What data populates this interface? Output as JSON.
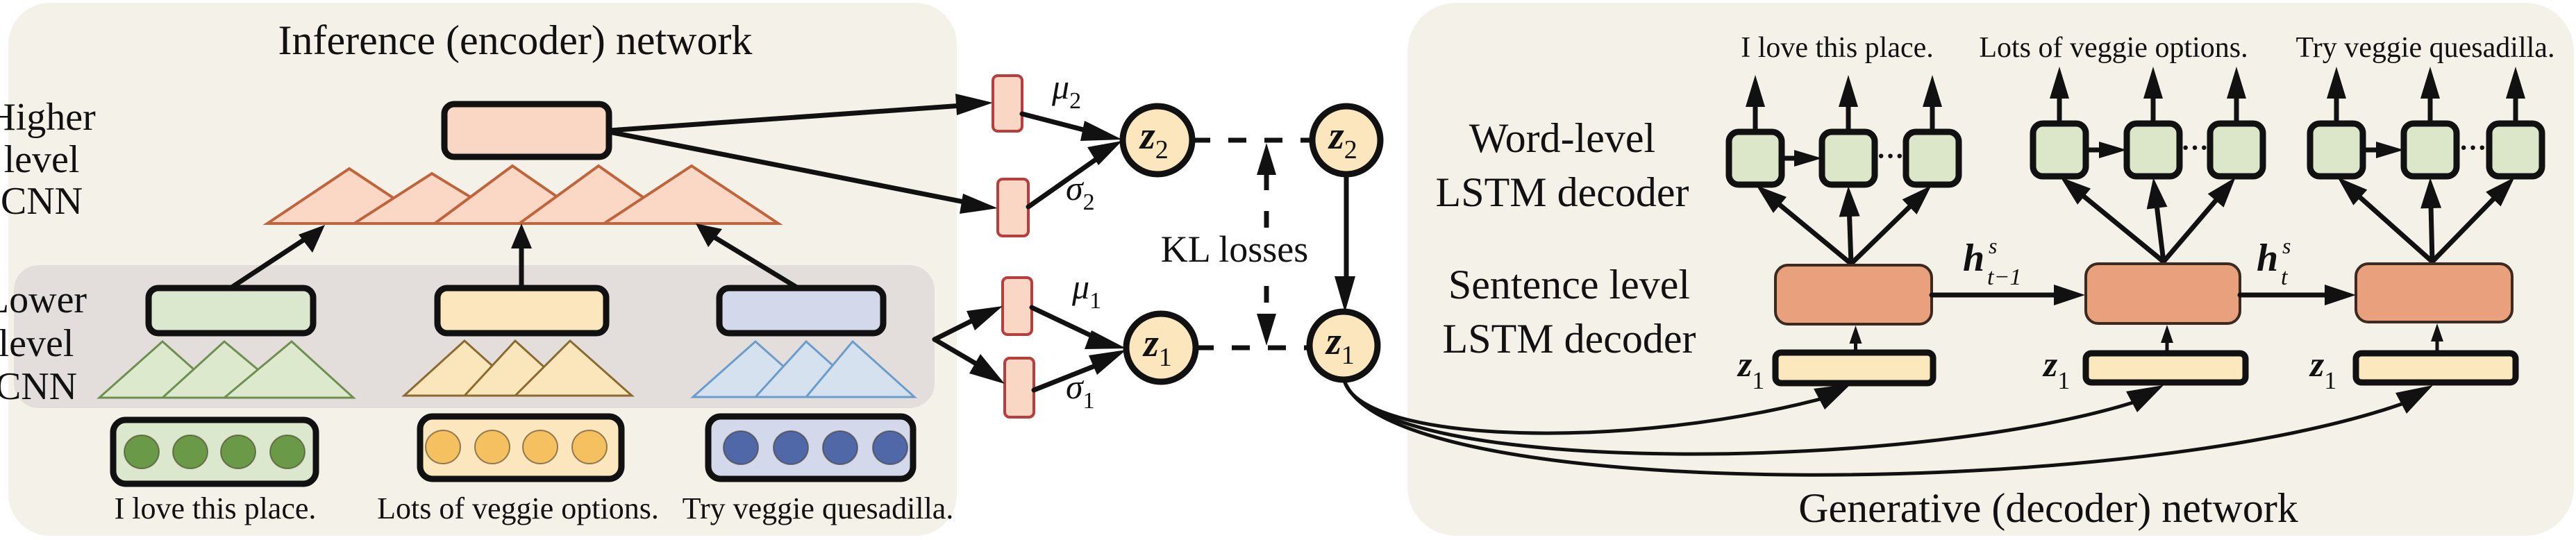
{
  "figure": {
    "encoder": {
      "title": "Inference (encoder) network",
      "higher_label": [
        "Higher",
        "level",
        "CNN"
      ],
      "lower_label": [
        "Lower",
        "level",
        "CNN"
      ],
      "sentences": [
        {
          "text": "I love this place.",
          "color": "green",
          "dot_fill": "#6a9a47",
          "box_fill": "#dbe8cd",
          "filter_fill": "#dce9cc",
          "filter_stroke": "#6e8f4f"
        },
        {
          "text": "Lots of veggie options.",
          "color": "yellow",
          "dot_fill": "#f4c060",
          "box_fill": "#fce6bd",
          "filter_fill": "#fbe6bc",
          "filter_stroke": "#8b6a2e"
        },
        {
          "text": "Try veggie quesadilla.",
          "color": "blue",
          "dot_fill": "#5068a8",
          "box_fill": "#d3d9ea",
          "filter_fill": "#d6e1ef",
          "filter_stroke": "#6a9ccc"
        }
      ],
      "higher_filter_fill": "#fad8c5",
      "higher_filter_stroke": "#c0643c",
      "higher_box_fill": "#f9d7c4"
    },
    "latent": {
      "param_box_fill": "#f9d7c4",
      "param_box_stroke": "#b83d3d",
      "mu2": {
        "sym": "μ",
        "sub": "2"
      },
      "sigma2": {
        "sym": "σ",
        "sub": "2"
      },
      "mu1": {
        "sym": "μ",
        "sub": "1"
      },
      "sigma1": {
        "sym": "σ",
        "sub": "1"
      },
      "z2": {
        "sym": "z",
        "sub": "2"
      },
      "z1": {
        "sym": "z",
        "sub": "1"
      },
      "node_fill": "#fbe6bd",
      "kl_label": "KL losses"
    },
    "decoder": {
      "title": "Generative (decoder) network",
      "word_label": [
        "Word-level",
        "LSTM decoder"
      ],
      "sentence_label": [
        "Sentence level",
        "LSTM decoder"
      ],
      "outputs": [
        "I love this place.",
        "Lots of veggie options.",
        "Try veggie quesadilla."
      ],
      "ellipsis": "···",
      "z_input": {
        "sym": "z",
        "sub": "1"
      },
      "h_prev": {
        "sym": "h",
        "sup": "s",
        "sub": "t−1"
      },
      "h_curr": {
        "sym": "h",
        "sup": "s",
        "sub": "t"
      },
      "sentence_box_fill": "#e9a07c",
      "word_box_fill": "#dce6c9",
      "z_box_fill": "#fbe8bd"
    },
    "panel_fill": "#f4f1e8",
    "band_fill": "#e3dddc"
  }
}
